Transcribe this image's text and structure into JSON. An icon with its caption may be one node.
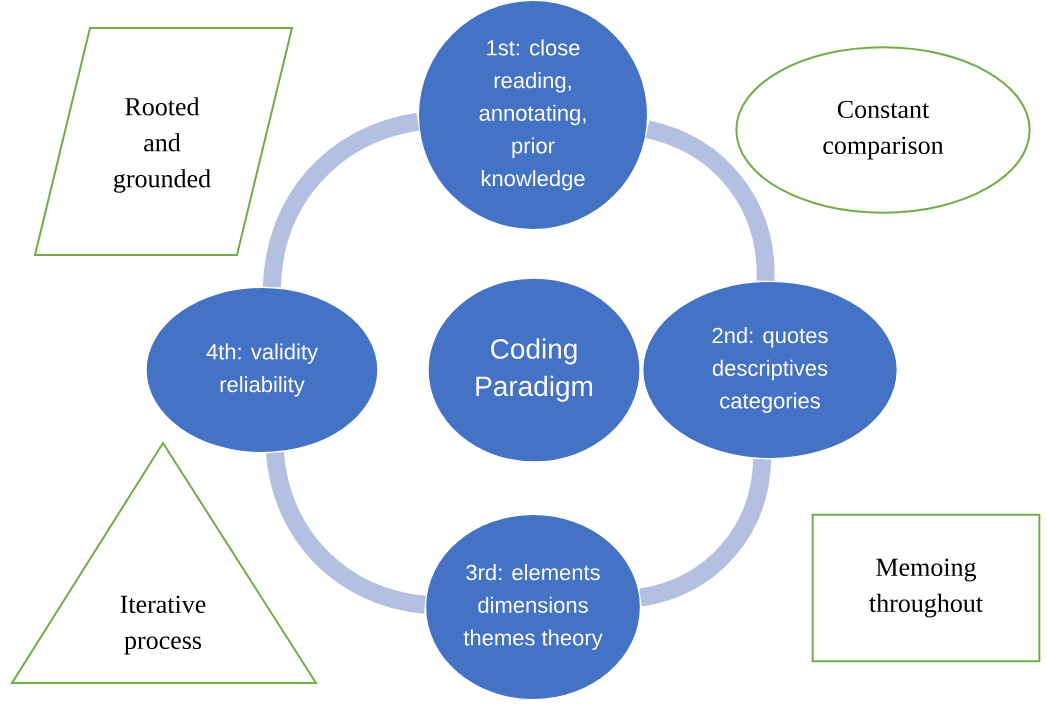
{
  "diagram": {
    "nodes": [
      {
        "text": [
          "Rooted and grounded"
        ]
      },
      {
        "text": [
          "1st: close reading, annotating, prior knowledge"
        ]
      },
      {
        "text": [
          "Constant comparison"
        ]
      },
      {
        "text": [
          "4th: validity reliability"
        ]
      },
      {
        "text": [
          "Coding Paradigm"
        ]
      },
      {
        "text": [
          "2nd: quotes descriptives categories"
        ]
      },
      {
        "text": [
          "Iterative process"
        ]
      },
      {
        "text": [
          "3rd: elements dimensions themes theory"
        ]
      },
      {
        "text": [
          "Memoing throughout"
        ]
      }
    ],
    "edges": [
      {
        "from": 1,
        "to": 5,
        "arrow": "none"
      },
      {
        "from": 5,
        "to": 7,
        "arrow": "none"
      },
      {
        "from": 7,
        "to": 3,
        "arrow": "none"
      },
      {
        "from": 3,
        "to": 1,
        "arrow": "none"
      }
    ]
  }
}
